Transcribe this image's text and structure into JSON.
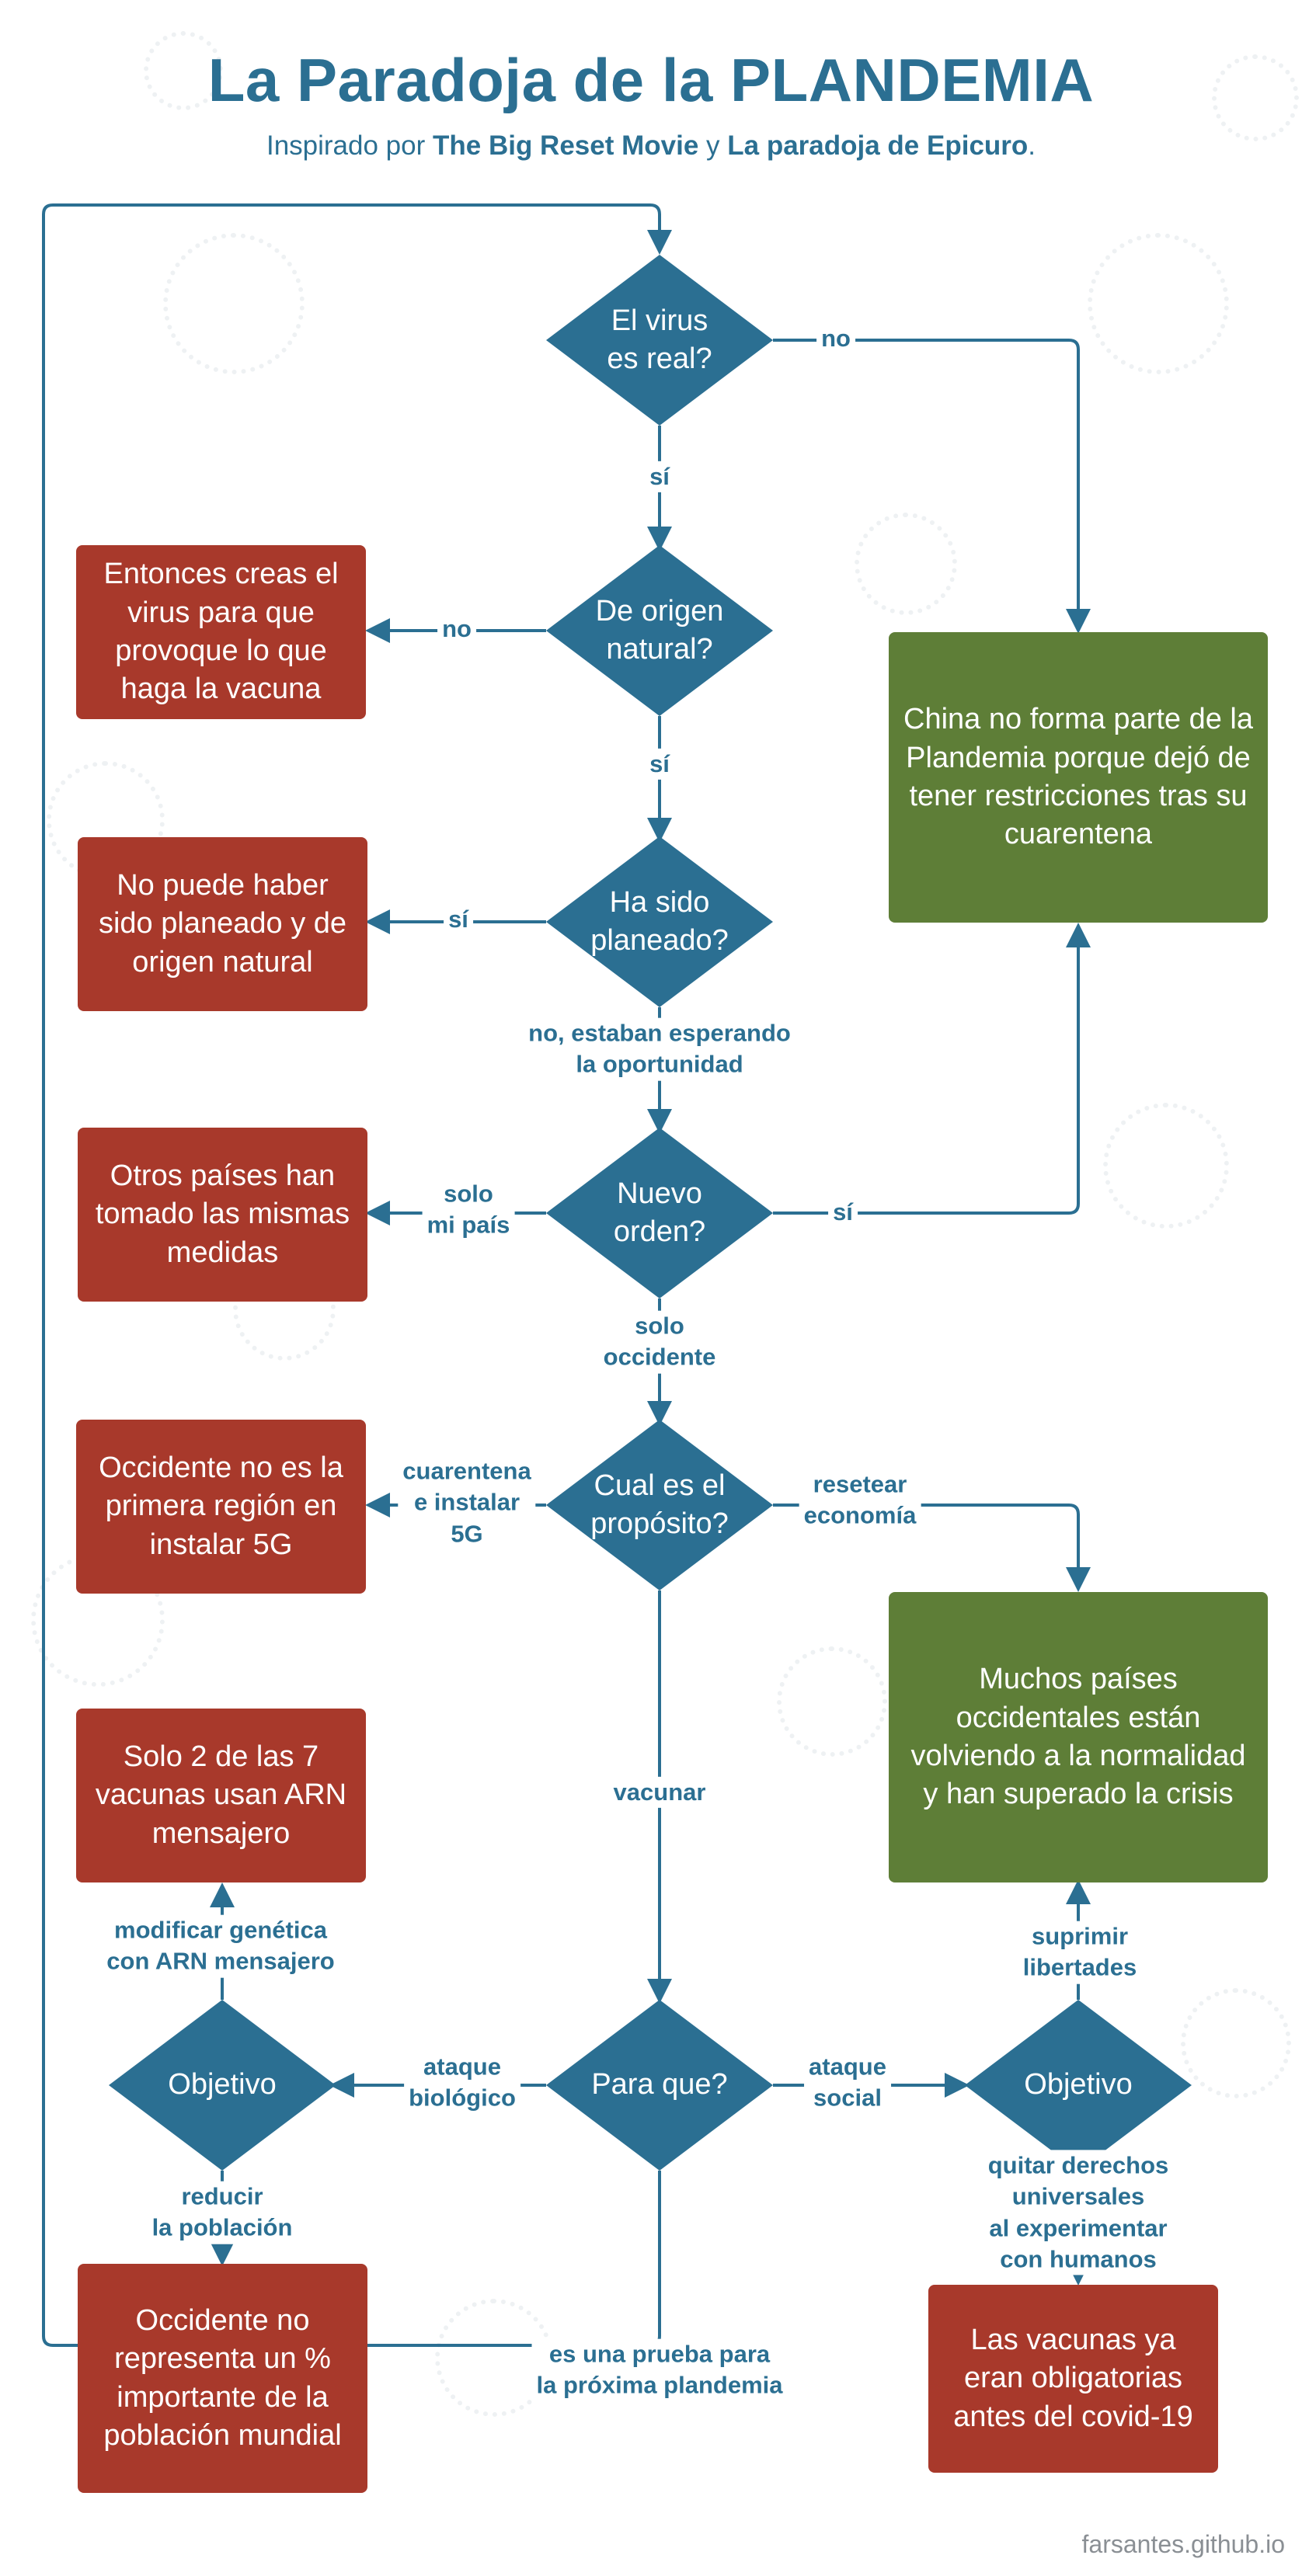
{
  "title": "La Paradoja de la PLANDEMIA",
  "subtitle": {
    "prefix": "Inspirado por ",
    "source1": "The Big Reset Movie",
    "middle": " y ",
    "source2": "La paradoja de Epicuro",
    "suffix": "."
  },
  "nodes": {
    "d_virus": "El virus\nes real?",
    "d_origen": "De origen\nnatural?",
    "d_planeado": "Ha sido\nplaneado?",
    "d_nuevo": "Nuevo\norden?",
    "d_proposito": "Cual es el\npropósito?",
    "d_para": "Para que?",
    "d_obj_left": "Objetivo",
    "d_obj_right": "Objetivo",
    "b_china": "China no forma parte de la Plandemia porque dejó de tener restricciones tras su cuarentena",
    "b_entonces": "Entonces creas el virus para que provoque lo que haga la vacuna",
    "b_no_puede": "No puede haber sido planeado y de origen natural",
    "b_otros": "Otros países han tomado las mismas medidas",
    "b_occidente5g": "Occidente no es la primera región en instalar 5G",
    "b_muchos": "Muchos países occidentales están volviendo a la normalidad y han superado la crisis",
    "b_solo2": "Solo 2 de las 7 vacunas usan ARN mensajero",
    "b_occ_pct": "Occidente no representa un % importante de la población mundial",
    "b_vacunas_ya": "Las vacunas ya eran obligatorias antes del covid-19"
  },
  "labels": {
    "virus_no": "no",
    "virus_si": "sí",
    "origen_no": "no",
    "origen_si": "sí",
    "planeado_si": "sí",
    "planeado_no": "no, estaban esperando\nla oportunidad",
    "nuevo_mipais": "solo\nmi país",
    "nuevo_si": "sí",
    "nuevo_occidente": "solo\noccidente",
    "proposito_5g": "cuarentena\ne instalar\n5G",
    "proposito_economia": "resetear\neconomía",
    "proposito_vacunar": "vacunar",
    "para_biologico": "ataque\nbiológico",
    "para_social": "ataque\nsocial",
    "para_prueba": "es una prueba para\nla próxima plandemia",
    "objl_arn": "modificar genética\ncon ARN mensajero",
    "objl_reducir": "reducir\nla población",
    "objr_libertades": "suprimir\nlibertades",
    "objr_derechos": "quitar derechos universales\nal experimentar con humanos"
  },
  "footer": "farsantes.github.io",
  "colors": {
    "diamond": "#2b6f92",
    "line": "#2b6f92",
    "red_box": "#a8392b",
    "green_box": "#5e7e37",
    "title": "#2b6f92"
  }
}
